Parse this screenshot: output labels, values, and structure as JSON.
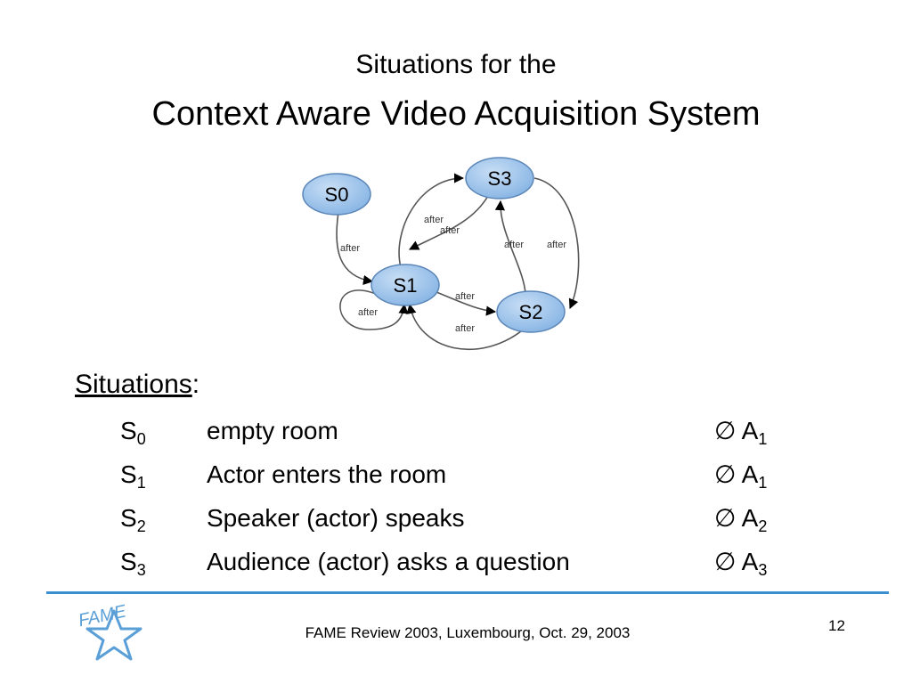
{
  "title": {
    "line1": "Situations for the",
    "line2": "Context Aware Video Acquisition System"
  },
  "diagram": {
    "states": [
      "S0",
      "S1",
      "S2",
      "S3"
    ],
    "edge_label": "after"
  },
  "situations": {
    "heading": "Situations",
    "heading_suffix": ":",
    "empty_set": "∅",
    "items": [
      {
        "sym": "S",
        "sub": "0",
        "desc": "empty room",
        "act": "A",
        "act_sub": "1"
      },
      {
        "sym": "S",
        "sub": "1",
        "desc": "Actor enters the room",
        "act": "A",
        "act_sub": "1"
      },
      {
        "sym": "S",
        "sub": "2",
        "desc": "Speaker (actor) speaks",
        "act": "A",
        "act_sub": "2"
      },
      {
        "sym": "S",
        "sub": "3",
        "desc": "Audience (actor) asks a question",
        "act": "A",
        "act_sub": "3"
      }
    ]
  },
  "footer": {
    "text": "FAME Review 2003, Luxembourg, Oct. 29, 2003",
    "page_number": "12",
    "logo_text": "FAME"
  },
  "colors": {
    "node_fill": "#9cc4ec",
    "node_stroke": "#5b86b8",
    "divider": "#3a8fd1",
    "logo": "#5a9fd8"
  }
}
